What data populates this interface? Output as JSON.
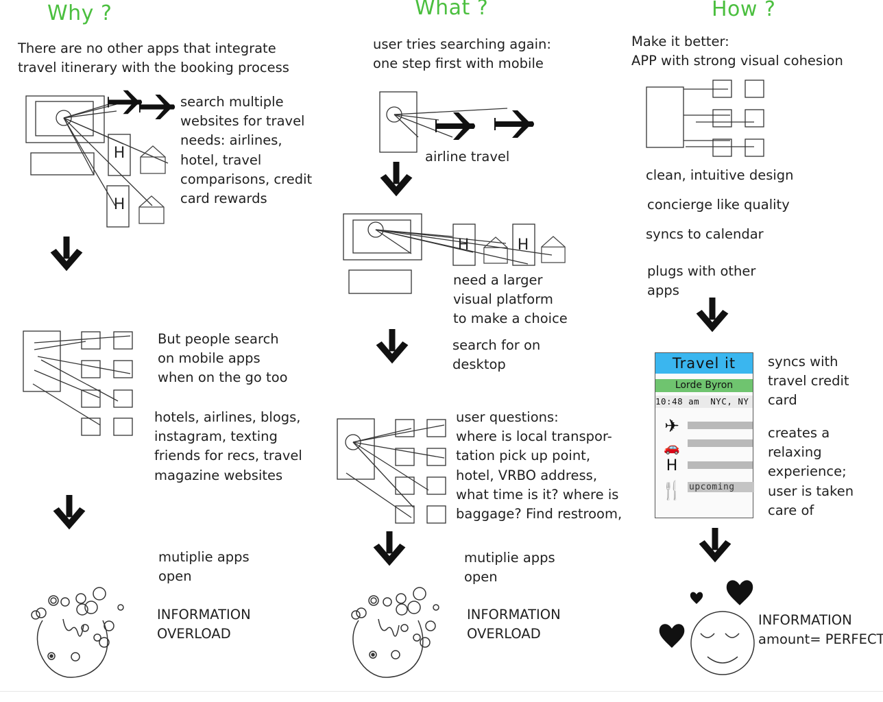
{
  "columns": {
    "why": {
      "heading": "Why ?",
      "intro": "There are no other apps that integrate\ntravel itinerary with the booking process",
      "search_note": "search multiple\nwebsites for travel\nneeds: airlines,\nhotel, travel\ncomparisons, credit\ncard rewards",
      "mobile_note": "But people search\non mobile apps\nwhen on the go too",
      "sources_note": "hotels, airlines, blogs,\ninstagram, texting\nfriends for recs, travel\nmagazine websites",
      "apps_note": "mutiplie apps\nopen",
      "overload_note": "INFORMATION\nOVERLOAD"
    },
    "what": {
      "heading": "What ?",
      "intro": "user tries searching again:\none step first with mobile",
      "airline_label": "airline travel",
      "larger_note": "need a larger\nvisual platform\nto make a choice",
      "desktop_note": "search for on\ndesktop",
      "questions_note": "user questions:\nwhere is local transpor-\ntation pick up point,\nhotel, VRBO address,\nwhat time is it? where is\nbaggage? Find restroom,",
      "apps_note": "mutiplie apps\nopen",
      "overload_note": "INFORMATION\nOVERLOAD"
    },
    "how": {
      "heading": "How ?",
      "intro": "Make it better:\nAPP with strong visual cohesion",
      "feature_1": "clean, intuitive design",
      "feature_2": "concierge like quality",
      "feature_3": "syncs to calendar",
      "feature_4": "plugs with other\napps",
      "syncs_note": "syncs with\ntravel credit\ncard",
      "relax_note": "creates a\nrelaxing\nexperience;\nuser is taken\ncare of",
      "result_note": "INFORMATION\namount= PERFECT"
    }
  },
  "phone_mockup": {
    "title": "Travel it",
    "user": "Lorde Byron",
    "status": "10:48 am  NYC, NY",
    "upcoming": "upcoming",
    "icons": [
      "airplane-icon",
      "car-icon",
      "hotel-icon",
      "restaurant-icon"
    ],
    "hotel_glyph": "H"
  },
  "hotel_glyph": "H",
  "colors": {
    "heading": "#4bbf3f",
    "phone_title_bg": "#3ab6ef",
    "phone_user_bg": "#6fc46f"
  }
}
